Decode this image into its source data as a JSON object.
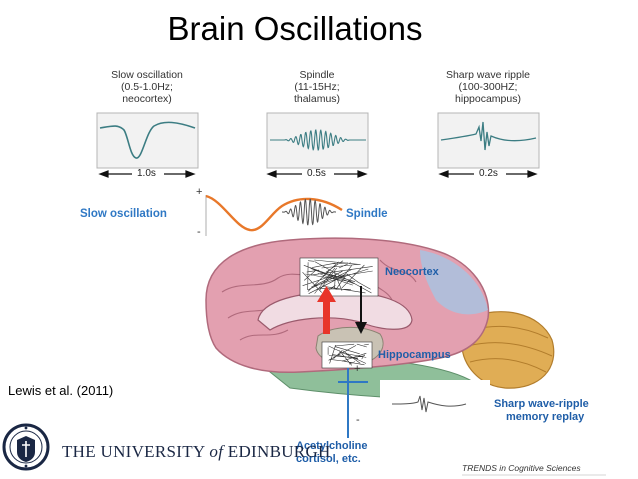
{
  "title": "Brain Oscillations",
  "oscillations": [
    {
      "name": "Slow oscillation",
      "lines": [
        "Slow oscillation",
        "(0.5-1.0Hz;",
        "neocortex)"
      ],
      "duration": "1.0s"
    },
    {
      "name": "Spindle",
      "lines": [
        "Spindle",
        "(11-15Hz;",
        "thalamus)"
      ],
      "duration": "0.5s"
    },
    {
      "name": "Sharp wave ripple",
      "lines": [
        "Sharp wave ripple",
        "(100-300HZ;",
        "hippocampus)"
      ],
      "duration": "0.2s"
    }
  ],
  "coupling": {
    "left_label": "Slow oscillation",
    "right_label": "Spindle",
    "plus": "+",
    "minus": "-"
  },
  "brain": {
    "neocortex_label": "Neocortex",
    "hippocampus_label": "Hippocampus",
    "ripple_label_line1": "Sharp wave-ripple",
    "ripple_label_line2": "memory replay",
    "neuromod_line1": "Acetylcholine",
    "neuromod_line2": "cortisol, etc.",
    "plus": "+",
    "minus": "-"
  },
  "citation": "Lewis et al. (2011)",
  "university": {
    "pre": "THE UNIVERSITY ",
    "of": "of",
    "post": "EDINBURGH"
  },
  "journal": "TRENDS in Cognitive Sciences",
  "colors": {
    "label_blue": "#2f78c4",
    "wave_orange": "#e8782a",
    "arrow_red": "#e8352a",
    "brain_pink": "#e3a0b0",
    "cerebellum_gold": "#e0ad55",
    "brainstem_green": "#8fbf9a"
  }
}
